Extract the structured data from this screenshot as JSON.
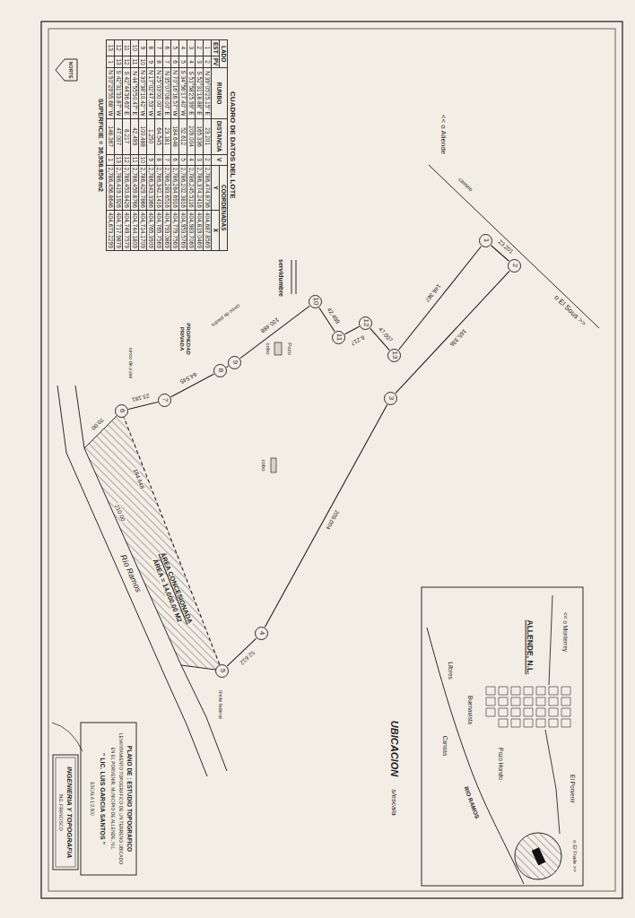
{
  "diagram": {
    "nodes": [
      {
        "text": [
          "1"
        ]
      },
      {
        "text": [
          "2"
        ]
      },
      {
        "text": [
          "3"
        ]
      },
      {
        "text": [
          "4"
        ]
      },
      {
        "text": [
          "5"
        ]
      },
      {
        "text": [
          "6"
        ]
      },
      {
        "text": [
          "7"
        ]
      },
      {
        "text": [
          "8"
        ]
      },
      {
        "text": [
          "9"
        ]
      },
      {
        "text": [
          "10"
        ]
      },
      {
        "text": [
          "11"
        ]
      },
      {
        "text": [
          "12"
        ]
      },
      {
        "text": [
          "13"
        ]
      }
    ],
    "edges": [
      {
        "from": 0,
        "to": 1,
        "arrow": "none",
        "label": "23.201"
      },
      {
        "from": 1,
        "to": 2,
        "arrow": "none",
        "label": "165.336"
      },
      {
        "from": 2,
        "to": 3,
        "arrow": "none",
        "label": "209.004"
      },
      {
        "from": 3,
        "to": 4,
        "arrow": "none",
        "label": "52.612"
      },
      {
        "from": 4,
        "to": 5,
        "arrow": "none",
        "label": "184.648"
      },
      {
        "from": 5,
        "to": 6,
        "arrow": "none",
        "label": "23.181"
      },
      {
        "from": 6,
        "to": 7,
        "arrow": "none",
        "label": "64.545"
      },
      {
        "from": 7,
        "to": 8,
        "arrow": "none"
      },
      {
        "from": 8,
        "to": 9,
        "arrow": "none",
        "label": "100.488"
      },
      {
        "from": 9,
        "to": 10,
        "arrow": "none",
        "label": "42.499"
      },
      {
        "from": 10,
        "to": 11,
        "arrow": "none",
        "label": "8.217"
      },
      {
        "from": 11,
        "to": 12,
        "arrow": "none",
        "label": "47.007"
      },
      {
        "from": 12,
        "to": 0,
        "arrow": "none",
        "label": "146.367"
      }
    ],
    "labels": [
      "CUADRO DE DATOS DEL LOTE",
      "LADO",
      "RUMBO",
      "DISTANCIA",
      "V",
      "COORDENADAS",
      "EST",
      "PV",
      "Y",
      "X",
      "1",
      "2",
      "N 39°05'25.15\" E",
      "23.201",
      "2",
      "2,786,474.8736",
      "404,687.8569",
      "2",
      "3",
      "S 52°31'18.88\" E",
      "165.336",
      "3",
      "2,786,374.2416",
      "404,819.0469",
      "3",
      "4",
      "S 51°58'25.99\" E",
      "209.004",
      "4",
      "2,786,245.5116",
      "404,983.7069",
      "4",
      "5",
      "S 34°56'17.40\" W",
      "52.612",
      "5",
      "2,786,202.3816",
      "404,953.5769",
      "5",
      "6",
      "N 70°16'16.57\" W",
      "184.648",
      "6",
      "2,786,264.6916",
      "404,779.7569",
      "6",
      "7",
      "N 35°07'08.00\" E",
      "23.181",
      "7",
      "2,786,283.6516",
      "404,793.0869",
      "7",
      "8",
      "N 25°03'00.00\" W",
      "64.545",
      "8",
      "2,786,342.1416",
      "404,765.7569",
      "8",
      "9",
      "N 17°02'47.53\" W",
      "1.250",
      "9",
      "2,786,343.3366",
      "404,765.3909",
      "9",
      "10",
      "N 30°38'10.42\" W",
      "100.488",
      "10",
      "2,786,429.7866",
      "404,714.1709",
      "10",
      "11",
      "N 44°55'50.47\" E",
      "42.499",
      "11",
      "2,786,459.8766",
      "404,744.1809",
      "11",
      "12",
      "S 42°44'36.63\" E",
      "8.217",
      "12",
      "2,786,453.8426",
      "404,749.7579",
      "12",
      "13",
      "S 42°31'33.87\" W",
      "47.007",
      "13",
      "2,786,419.1926",
      "404,717.9879",
      "13",
      "1",
      "N 50°29'55.68\" W",
      "146.367",
      "1",
      "2,786,456.8646",
      "404,673.2299",
      "SUPERFICIE = 36,958.856 m2",
      "NORTE",
      "<< o Allende",
      "camino",
      "o El Sous >>",
      "servidumbre",
      "Pozo",
      "cobo",
      "cobo",
      "PROPIEDAD PRIVADA",
      "cerco de piedra",
      "cerco de púas",
      "70.00",
      "ÁREA CONCESIONADA",
      "ÁREA = 14,000.00 M2",
      "210.00",
      "Río Ramos",
      "límite federal",
      "UBICACION",
      "s/escala",
      "ALLENDE, N.L.",
      "<< o Monterrey",
      "Buenavista",
      "Lifores",
      "Canoas",
      "Pozo Hondo",
      "El Porvenir",
      "o El Fraile >>",
      "RIO RAMOS",
      "PLANO DE : ESTUDIO TOPOGRAFICO",
      "LEVANTAMIENTO TOPOGRAFICO DE UN TERRENO UBICADO",
      "EN EL PORVENIR, MUNICIPIO DE ALLENDE, N.L.",
      "\" LIC. LUIS GARCIA SANTOS \"",
      "ESCALA 1:2,500",
      "INGENIERIA Y TOPOGRAFIA",
      "ING. FRANCISCO"
    ]
  }
}
